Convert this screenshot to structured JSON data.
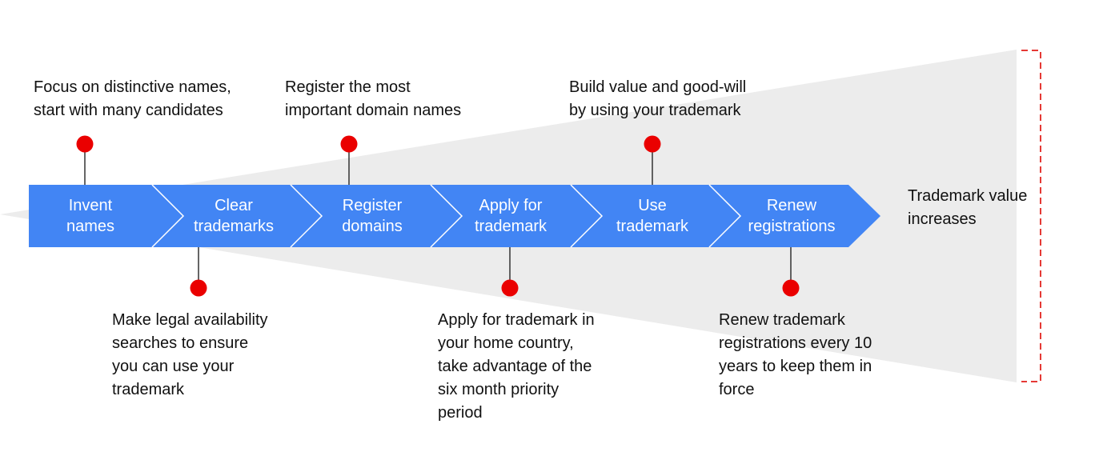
{
  "steps": [
    {
      "label": "Invent\nnames"
    },
    {
      "label": "Clear\ntrademarks"
    },
    {
      "label": "Register\ndomains"
    },
    {
      "label": "Apply for\ntrademark"
    },
    {
      "label": "Use\ntrademark"
    },
    {
      "label": "Renew\nregistrations"
    }
  ],
  "notes_top": [
    {
      "text": "Focus on distinctive names,\nstart with many candidates"
    },
    {
      "text": "Register the most\nimportant domain names"
    },
    {
      "text": "Build value and good-will\nby using your trademark"
    }
  ],
  "notes_bottom": [
    {
      "text": "Make legal availability\nsearches to ensure\nyou can use your\ntrademark"
    },
    {
      "text": "Apply for trademark in\nyour home country,\ntake advantage of the\nsix month priority\nperiod"
    },
    {
      "text": "Renew trademark\nregistrations every 10\nyears to keep them in\nforce"
    }
  ],
  "value_note": "Trademark value\nincreases",
  "colors": {
    "arrow_fill": "#4285f4",
    "arrow_divider": "#ffffff",
    "wedge_fill": "#ececec",
    "marker": "#ea0000",
    "connector": "#333333",
    "bracket": "#e53935"
  }
}
